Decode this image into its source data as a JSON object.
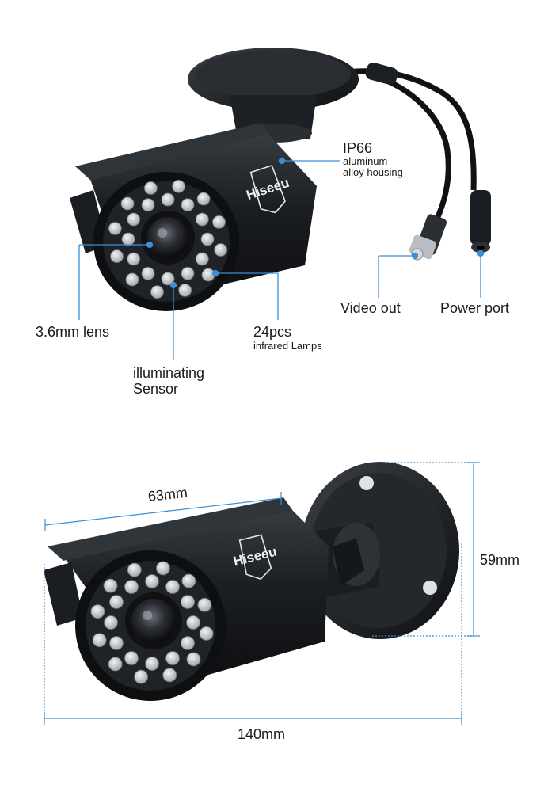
{
  "brand": {
    "logo_text": "Hiseeu",
    "accent": "#3a8fd6",
    "camera_body": "#15181c"
  },
  "features": {
    "housing_rating": "IP66",
    "housing_line1": "aluminum",
    "housing_line2": "alloy housing",
    "video_out": "Video out",
    "power_port": "Power port",
    "lens": "3.6mm lens",
    "lamps_count": "24pcs",
    "lamps_desc": "infrared Lamps",
    "sensor_line1": "illuminating",
    "sensor_line2": "Sensor"
  },
  "dimensions": {
    "width": "63mm",
    "height": "59mm",
    "length": "140mm"
  }
}
